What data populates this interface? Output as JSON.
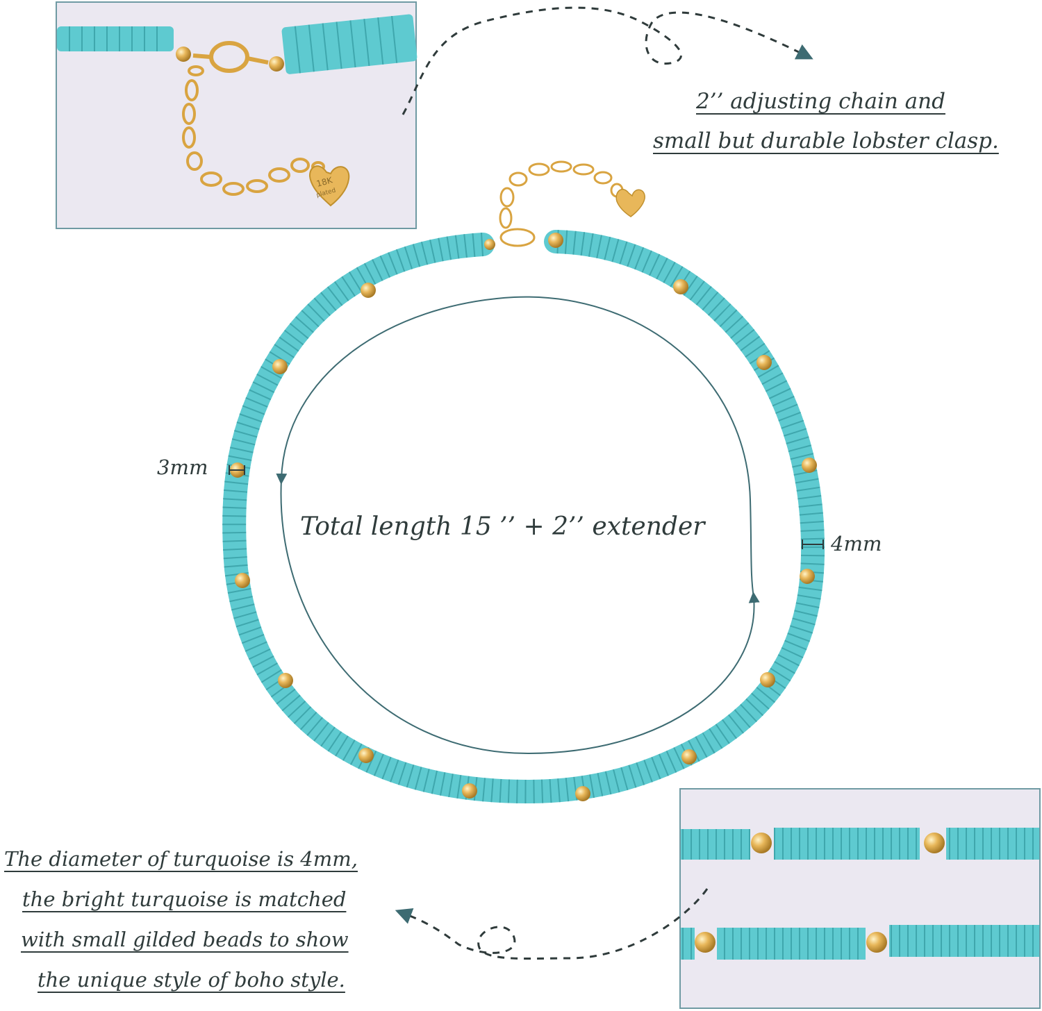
{
  "annotations": {
    "chain": {
      "line1": "2’’ adjusting chain and",
      "line2": "small but durable lobster clasp."
    },
    "total_length": "Total length 15 ’’ + 2’’ extender",
    "bead_small": "3mm",
    "bead_large": "4mm",
    "description": {
      "line1": "The diameter of turquoise is 4mm,",
      "line2": "the bright turquoise is matched",
      "line3": "with small gilded beads to show",
      "line4": "the unique style of boho style."
    }
  },
  "tag": {
    "line1": "18K",
    "line2": "plated"
  },
  "colors": {
    "turquoise": "#5ecad0",
    "gold": "#e8b75a",
    "arrow": "#3d6b72",
    "text": "#2f3b3b",
    "panel_bg": "#ebe8f1",
    "panel_border": "#6f9aa3"
  }
}
